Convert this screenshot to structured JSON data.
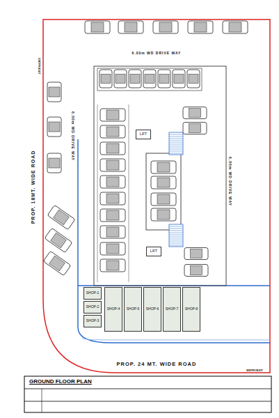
{
  "diagram": {
    "title": "GROUND FLOOR PLAN",
    "nodes": [
      {
        "text": [
          "SHOP-1"
        ]
      },
      {
        "text": [
          "SHOP-2"
        ]
      },
      {
        "text": [
          "SHOP-3"
        ]
      },
      {
        "text": [
          "SHOP-4"
        ]
      },
      {
        "text": [
          "SHOP-5"
        ]
      },
      {
        "text": [
          "SHOP-6"
        ]
      },
      {
        "text": [
          "SHOP-7"
        ]
      },
      {
        "text": [
          "SHOP-8"
        ]
      },
      {
        "text": [
          "LIFT"
        ]
      },
      {
        "text": [
          "LIFT"
        ]
      }
    ],
    "labels": [
      "6.00m WD DRIVE WAY",
      "6.00m WD DRIVE WAY",
      "6.00m WD DRIVE WAY",
      "PROP. 18MT. WIDE ROAD",
      "PROP. 24 MT. WIDE ROAD",
      "ENTRY/EXIT",
      "ENTRY/EXIT"
    ]
  }
}
